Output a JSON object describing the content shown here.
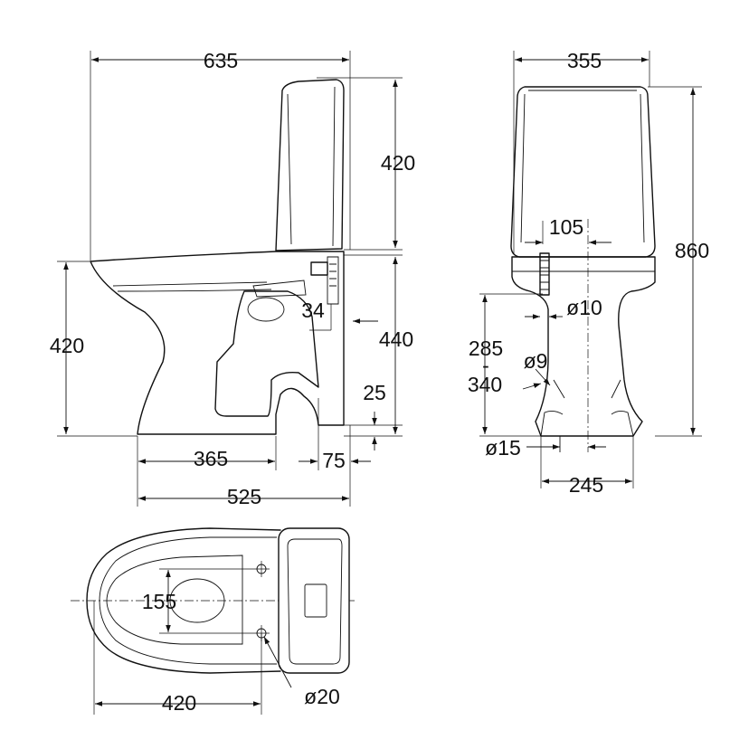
{
  "side_view": {
    "width_overall": "635",
    "tank_height": "420",
    "seat_height": "420",
    "inlet_offset": "34",
    "inlet_height": "440",
    "outlet_height": "25",
    "bowl_to_outlet": "365",
    "outlet_offset": "75",
    "depth_to_outlet": "525"
  },
  "front_view": {
    "width": "355",
    "overall_height": "860",
    "inlet_offset": "105",
    "pipe_diameter": "ø10",
    "range_low": "285",
    "range_dash": "-",
    "range_high": "340",
    "bolt_diameter": "ø9",
    "outlet_diameter": "ø15",
    "outlet_spacing": "245"
  },
  "top_view": {
    "bolt_spacing": "155",
    "bolt_distance": "420",
    "bolt_hole_diameter": "ø20"
  }
}
